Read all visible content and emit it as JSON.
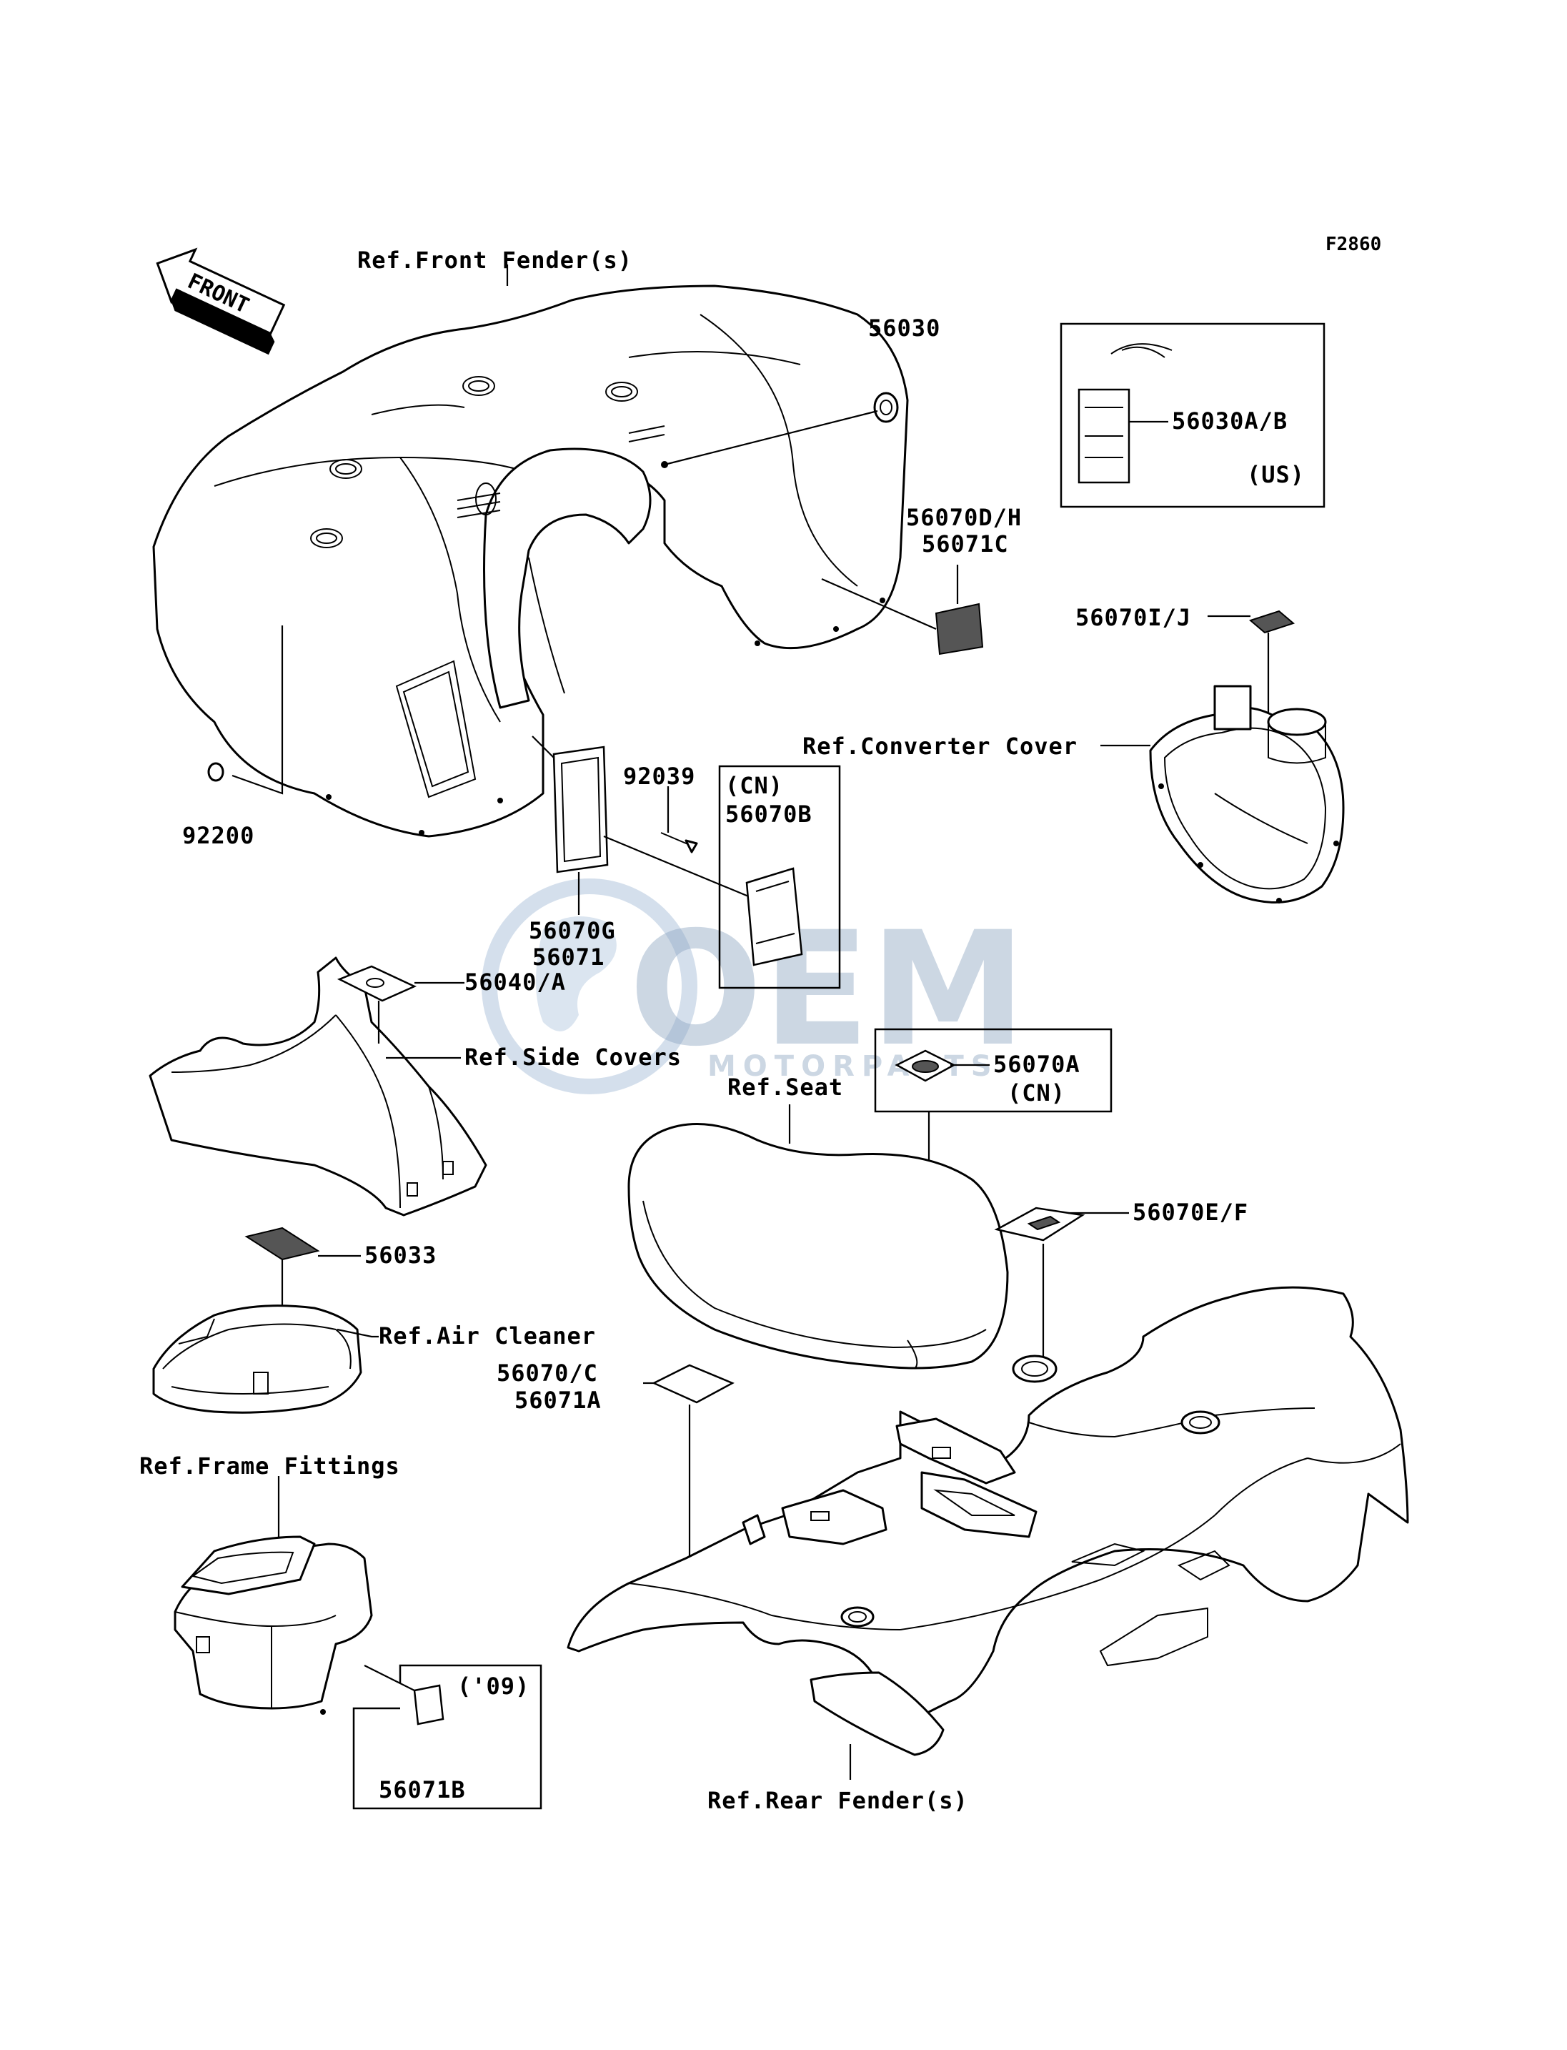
{
  "figure_code": "F2860",
  "front_label": "FRONT",
  "watermark": {
    "main": "OEM",
    "sub": "MOTORPARTS"
  },
  "references": {
    "front_fender": "Ref.Front Fender(s)",
    "converter_cover": "Ref.Converter Cover",
    "side_covers": "Ref.Side Covers",
    "seat": "Ref.Seat",
    "air_cleaner": "Ref.Air Cleaner",
    "frame_fittings": "Ref.Frame Fittings",
    "rear_fender": "Ref.Rear Fender(s)"
  },
  "parts": {
    "p56030": "56030",
    "p56030ab": "56030A/B",
    "us": "(US)",
    "p56070dh": "56070D/H",
    "p56071c": "56071C",
    "p56070ij": "56070I/J",
    "p92039": "92039",
    "cn1": "(CN)",
    "p56070b": "56070B",
    "p92200": "92200",
    "p56070g": "56070G",
    "p56071": "56071",
    "p56040a": "56040/A",
    "p56070a": "56070A",
    "cn2": "(CN)",
    "p56070ef": "56070E/F",
    "p56033": "56033",
    "p56070c": "56070/C",
    "p56071a": "56071A",
    "y09": "('09)",
    "p56071b": "56071B"
  }
}
